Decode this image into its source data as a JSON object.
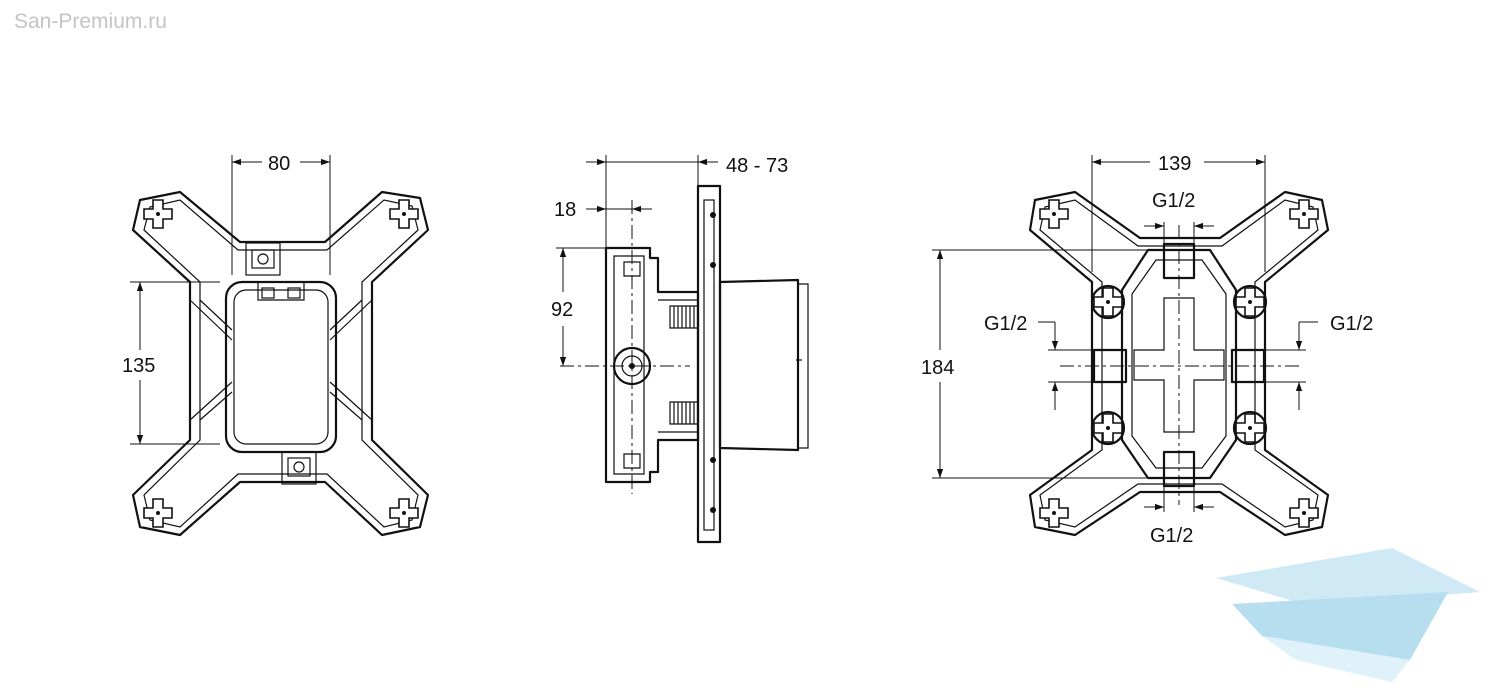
{
  "watermark": "San-Premium.ru",
  "front_view": {
    "dim_width": "80",
    "dim_height": "135"
  },
  "side_view": {
    "dim_depth": "48 - 73",
    "dim_offset": "18",
    "dim_height": "92"
  },
  "rear_view": {
    "dim_width": "139",
    "dim_height": "184",
    "port_top": "G1/2",
    "port_left": "G1/2",
    "port_right": "G1/2",
    "port_bottom": "G1/2"
  },
  "logo": {
    "color": "#9fd3ea"
  }
}
